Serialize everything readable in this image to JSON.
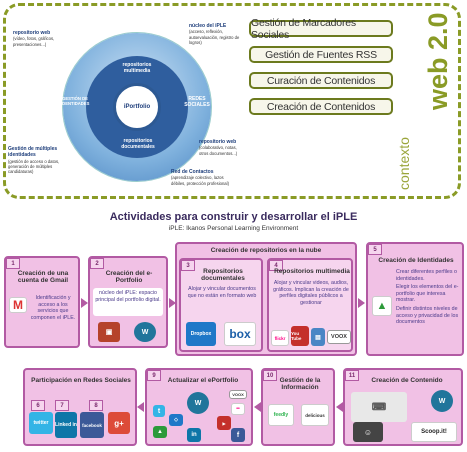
{
  "top": {
    "ring_labels": {
      "center": "iPortfolio",
      "multimedia": "repositorios multimedia",
      "redes": "REDES SOCIALES",
      "documentales": "repositorios documentales",
      "gestion": "GESTIÓN DE IDENTIDADES"
    },
    "notes": [
      {
        "title": "repositorio web",
        "text": "(vídeo, fotos, gráficos, presentaciones...)"
      },
      {
        "title": "núcleo del iPLE",
        "text": "(acceso, reflexión, autoevaluación, registro de logros)"
      },
      {
        "title": "repositorio web",
        "text": "(colaborativo, notas, otros documentos...)"
      },
      {
        "title": "Red de Contactos",
        "text": "(aprendizaje colectivo, lazos débiles, protección profesional)"
      },
      {
        "title": "Gestión de múltiples identidades",
        "text": "(gestión de acceso o datos, generación de múltiples candidaturas)"
      }
    ],
    "right_buttons": [
      "Gestión de Marcadores Sociales",
      "Gestión de Fuentes RSS",
      "Curación de Contenidos",
      "Creación de Contenidos"
    ],
    "web20": "web 2.0",
    "contexto": "contexto"
  },
  "title": "Actividades para construir y desarrollar el iPLE",
  "subtitle": "iPLE: Ikanos Personal Learning Environment",
  "boxes": {
    "b1": {
      "num": "1",
      "head": "Creación de una cuenta de Gmail",
      "text": "Identificación y acceso a los servicios que componen el iPLE."
    },
    "b2": {
      "num": "2",
      "head": "Creación del e-Portfolio",
      "text": "núcleo del iPLE: espacio principal del portfolio digital."
    },
    "nube": {
      "head": "Creación de repositorios en la nube"
    },
    "b3": {
      "num": "3",
      "head": "Repositorios documentales",
      "text": "Alojar y vincular documentos que no están en formato web"
    },
    "b4": {
      "num": "4",
      "head": "Repositorios multimedia",
      "text": "Alojar y vincular videos, audios, gráficos. Implican la creación de perfiles digitales públicos a gestionar"
    },
    "b5": {
      "num": "5",
      "head": "Creación de Identidades",
      "items": [
        "Crear diferentes perfiles o identidades.",
        "Elegir los elementos del e-portfolio que interesa mostrar.",
        "Definir distintos niveles de acceso y privacidad de los documentos"
      ]
    },
    "b678": {
      "head": "Participación en Redes Sociales",
      "nums": [
        "6",
        "7",
        "8"
      ]
    },
    "b9": {
      "num": "9",
      "head": "Actualizar el ePortfolio"
    },
    "b10": {
      "num": "10",
      "head": "Gestión de la Información"
    },
    "b11": {
      "num": "11",
      "head": "Creación de Contenido"
    }
  },
  "icons": {
    "dropbox": "Dropbox",
    "box": "box",
    "flickr": "flickr",
    "youtube": "You Tube",
    "voox": "VOOX",
    "twitter": "twitter",
    "linkedin": "Linked in",
    "facebook": "facebook",
    "feedly": "feedly",
    "delicious": "delicious",
    "scoopit": "Scoop.it!"
  },
  "colors": {
    "accent": "#8a9b26",
    "box": "#f1c1e5",
    "border": "#b25aa3"
  }
}
